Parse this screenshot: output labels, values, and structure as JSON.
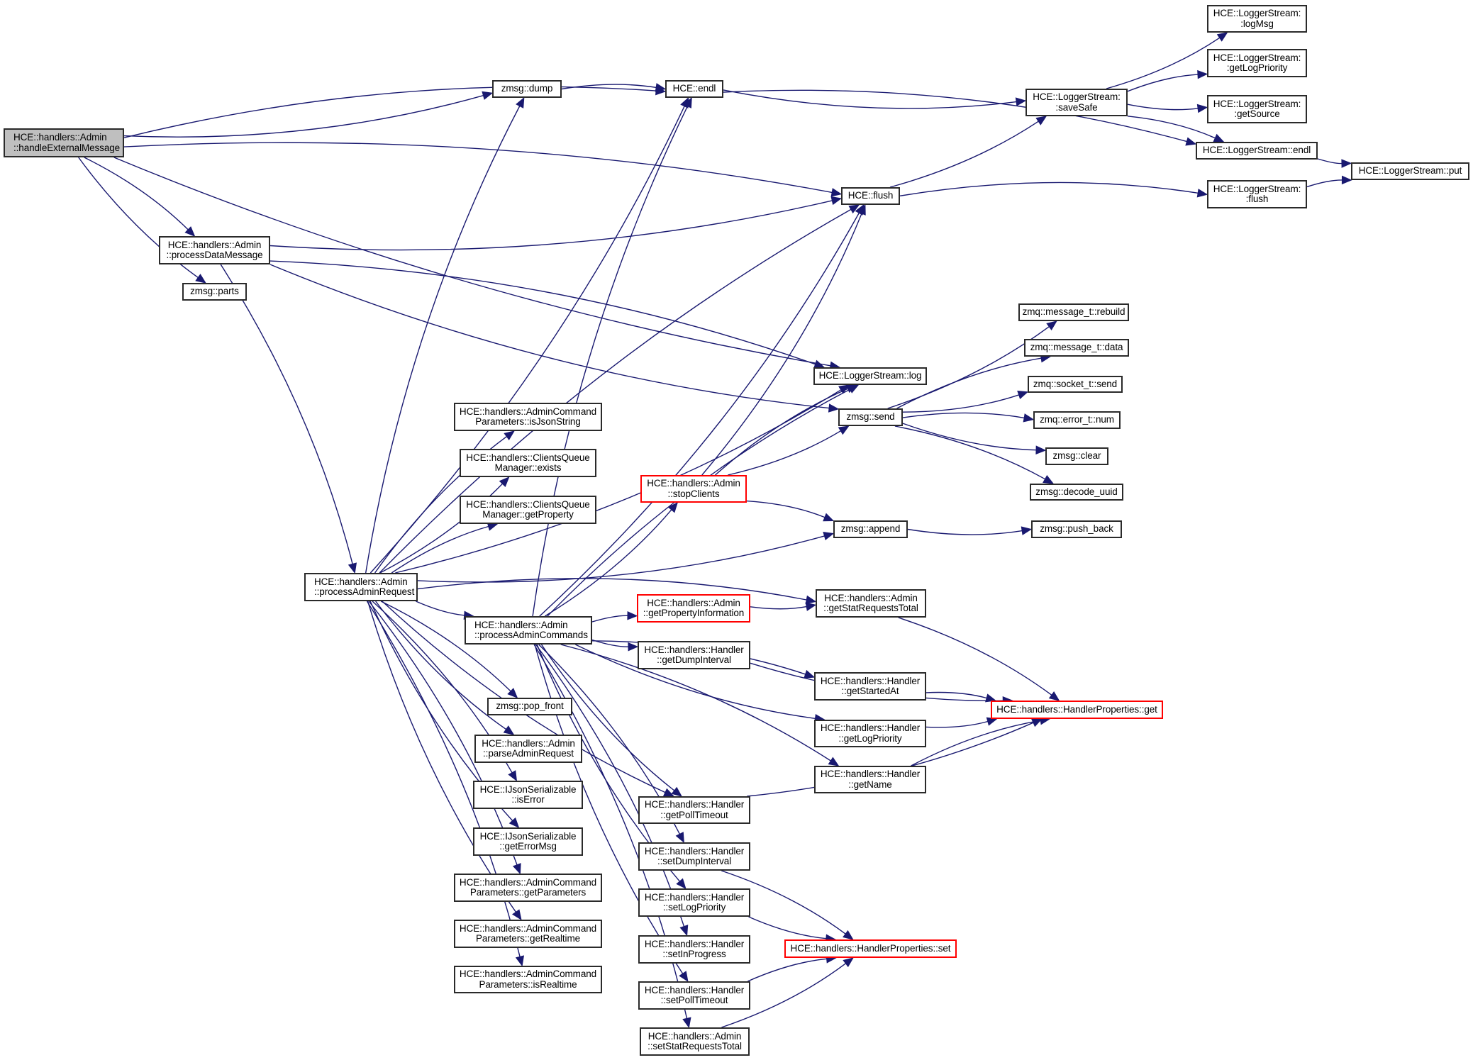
{
  "diagram": {
    "type": "call-graph",
    "edge_color": "#191970",
    "highlight_border_color": "#ff0000",
    "root_fill_color": "#bfbfbf",
    "nodes": [
      {
        "id": "handleExternalMessage",
        "lines": [
          "HCE::handlers::Admin",
          "::handleExternalMessage"
        ],
        "kind": "root"
      },
      {
        "id": "zmsgDump",
        "lines": [
          "zmsg::dump"
        ]
      },
      {
        "id": "hceEndl",
        "lines": [
          "HCE::endl"
        ]
      },
      {
        "id": "saveSafe",
        "lines": [
          "HCE::LoggerStream:",
          ":saveSafe"
        ]
      },
      {
        "id": "logMsg",
        "lines": [
          "HCE::LoggerStream:",
          ":logMsg"
        ]
      },
      {
        "id": "lsGetLogPriority",
        "lines": [
          "HCE::LoggerStream:",
          ":getLogPriority"
        ]
      },
      {
        "id": "getSource",
        "lines": [
          "HCE::LoggerStream:",
          ":getSource"
        ]
      },
      {
        "id": "lsEndl",
        "lines": [
          "HCE::LoggerStream::endl"
        ]
      },
      {
        "id": "lsPut",
        "lines": [
          "HCE::LoggerStream::put"
        ]
      },
      {
        "id": "lsFlush",
        "lines": [
          "HCE::LoggerStream:",
          ":flush"
        ]
      },
      {
        "id": "hceFlush",
        "lines": [
          "HCE::flush"
        ]
      },
      {
        "id": "processDataMessage",
        "lines": [
          "HCE::handlers::Admin",
          "::processDataMessage"
        ]
      },
      {
        "id": "zmsgParts",
        "lines": [
          "zmsg::parts"
        ]
      },
      {
        "id": "lsLog",
        "lines": [
          "HCE::LoggerStream::log"
        ]
      },
      {
        "id": "zmsgSend",
        "lines": [
          "zmsg::send"
        ]
      },
      {
        "id": "rebuild",
        "lines": [
          "zmq::message_t::rebuild"
        ]
      },
      {
        "id": "msgData",
        "lines": [
          "zmq::message_t::data"
        ]
      },
      {
        "id": "socketSend",
        "lines": [
          "zmq::socket_t::send"
        ]
      },
      {
        "id": "errorNum",
        "lines": [
          "zmq::error_t::num"
        ]
      },
      {
        "id": "zmsgClear",
        "lines": [
          "zmsg::clear"
        ]
      },
      {
        "id": "decodeUuid",
        "lines": [
          "zmsg::decode_uuid"
        ]
      },
      {
        "id": "isJsonString",
        "lines": [
          "HCE::handlers::AdminCommand",
          "Parameters::isJsonString"
        ]
      },
      {
        "id": "cqmExists",
        "lines": [
          "HCE::handlers::ClientsQueue",
          "Manager::exists"
        ]
      },
      {
        "id": "cqmGetProperty",
        "lines": [
          "HCE::handlers::ClientsQueue",
          "Manager::getProperty"
        ]
      },
      {
        "id": "stopClients",
        "lines": [
          "HCE::handlers::Admin",
          "::stopClients"
        ],
        "kind": "red"
      },
      {
        "id": "zmsgAppend",
        "lines": [
          "zmsg::append"
        ]
      },
      {
        "id": "pushBack",
        "lines": [
          "zmsg::push_back"
        ]
      },
      {
        "id": "processAdminRequest",
        "lines": [
          "HCE::handlers::Admin",
          "::processAdminRequest"
        ],
        "kind": "left"
      },
      {
        "id": "processAdminCommands",
        "lines": [
          "HCE::handlers::Admin",
          "::processAdminCommands"
        ],
        "kind": "left"
      },
      {
        "id": "getPropertyInformation",
        "lines": [
          "HCE::handlers::Admin",
          "::getPropertyInformation"
        ],
        "kind": "red"
      },
      {
        "id": "getStatRequestsTotal",
        "lines": [
          "HCE::handlers::Admin",
          "::getStatRequestsTotal"
        ]
      },
      {
        "id": "getDumpInterval",
        "lines": [
          "HCE::handlers::Handler",
          "::getDumpInterval"
        ]
      },
      {
        "id": "getStartedAt",
        "lines": [
          "HCE::handlers::Handler",
          "::getStartedAt"
        ]
      },
      {
        "id": "hpGet",
        "lines": [
          "HCE::handlers::HandlerProperties::get"
        ],
        "kind": "red"
      },
      {
        "id": "hGetLogPriority",
        "lines": [
          "HCE::handlers::Handler",
          "::getLogPriority"
        ]
      },
      {
        "id": "getName",
        "lines": [
          "HCE::handlers::Handler",
          "::getName"
        ]
      },
      {
        "id": "popFront",
        "lines": [
          "zmsg::pop_front"
        ]
      },
      {
        "id": "parseAdminRequest",
        "lines": [
          "HCE::handlers::Admin",
          "::parseAdminRequest"
        ]
      },
      {
        "id": "isError",
        "lines": [
          "HCE::IJsonSerializable",
          "::isError"
        ]
      },
      {
        "id": "getErrorMsg",
        "lines": [
          "HCE::IJsonSerializable",
          "::getErrorMsg"
        ]
      },
      {
        "id": "getParameters",
        "lines": [
          "HCE::handlers::AdminCommand",
          "Parameters::getParameters"
        ]
      },
      {
        "id": "getRealtime",
        "lines": [
          "HCE::handlers::AdminCommand",
          "Parameters::getRealtime"
        ]
      },
      {
        "id": "isRealtime",
        "lines": [
          "HCE::handlers::AdminCommand",
          "Parameters::isRealtime"
        ]
      },
      {
        "id": "getPollTimeout",
        "lines": [
          "HCE::handlers::Handler",
          "::getPollTimeout"
        ]
      },
      {
        "id": "setDumpInterval",
        "lines": [
          "HCE::handlers::Handler",
          "::setDumpInterval"
        ]
      },
      {
        "id": "setLogPriority",
        "lines": [
          "HCE::handlers::Handler",
          "::setLogPriority"
        ]
      },
      {
        "id": "setInProgress",
        "lines": [
          "HCE::handlers::Handler",
          "::setInProgress"
        ]
      },
      {
        "id": "setPollTimeout",
        "lines": [
          "HCE::handlers::Handler",
          "::setPollTimeout"
        ]
      },
      {
        "id": "setStatRequestsTotal",
        "lines": [
          "HCE::handlers::Admin",
          "::setStatRequestsTotal"
        ]
      },
      {
        "id": "hpSet",
        "lines": [
          "HCE::handlers::HandlerProperties::set"
        ],
        "kind": "red"
      }
    ],
    "edges": [
      [
        "handleExternalMessage",
        "hceEndl"
      ],
      [
        "handleExternalMessage",
        "zmsgDump"
      ],
      [
        "handleExternalMessage",
        "hceFlush"
      ],
      [
        "handleExternalMessage",
        "lsLog"
      ],
      [
        "handleExternalMessage",
        "processDataMessage"
      ],
      [
        "handleExternalMessage",
        "zmsgParts"
      ],
      [
        "zmsgDump",
        "hceEndl"
      ],
      [
        "hceEndl",
        "saveSafe"
      ],
      [
        "hceEndl",
        "lsEndl"
      ],
      [
        "saveSafe",
        "logMsg"
      ],
      [
        "saveSafe",
        "lsGetLogPriority"
      ],
      [
        "saveSafe",
        "getSource"
      ],
      [
        "saveSafe",
        "lsEndl"
      ],
      [
        "lsEndl",
        "lsPut"
      ],
      [
        "lsFlush",
        "lsPut"
      ],
      [
        "hceFlush",
        "saveSafe"
      ],
      [
        "hceFlush",
        "lsFlush"
      ],
      [
        "processDataMessage",
        "hceFlush"
      ],
      [
        "processDataMessage",
        "lsLog"
      ],
      [
        "processDataMessage",
        "zmsgSend"
      ],
      [
        "processDataMessage",
        "processAdminRequest"
      ],
      [
        "zmsgSend",
        "rebuild"
      ],
      [
        "zmsgSend",
        "msgData"
      ],
      [
        "zmsgSend",
        "socketSend"
      ],
      [
        "zmsgSend",
        "errorNum"
      ],
      [
        "zmsgSend",
        "zmsgClear"
      ],
      [
        "zmsgSend",
        "decodeUuid"
      ],
      [
        "stopClients",
        "hceFlush"
      ],
      [
        "stopClients",
        "lsLog"
      ],
      [
        "stopClients",
        "zmsgSend"
      ],
      [
        "stopClients",
        "zmsgAppend"
      ],
      [
        "zmsgAppend",
        "pushBack"
      ],
      [
        "processAdminRequest",
        "zmsgDump"
      ],
      [
        "processAdminRequest",
        "hceEndl"
      ],
      [
        "processAdminRequest",
        "hceFlush"
      ],
      [
        "processAdminRequest",
        "lsLog"
      ],
      [
        "processAdminRequest",
        "isJsonString"
      ],
      [
        "processAdminRequest",
        "cqmExists"
      ],
      [
        "processAdminRequest",
        "cqmGetProperty"
      ],
      [
        "processAdminRequest",
        "zmsgAppend"
      ],
      [
        "processAdminRequest",
        "getStatRequestsTotal"
      ],
      [
        "processAdminRequest",
        "processAdminCommands"
      ],
      [
        "processAdminRequest",
        "popFront"
      ],
      [
        "processAdminRequest",
        "parseAdminRequest"
      ],
      [
        "processAdminRequest",
        "isError"
      ],
      [
        "processAdminRequest",
        "getErrorMsg"
      ],
      [
        "processAdminRequest",
        "getParameters"
      ],
      [
        "processAdminRequest",
        "getRealtime"
      ],
      [
        "processAdminRequest",
        "isRealtime"
      ],
      [
        "processAdminRequest",
        "getPollTimeout"
      ],
      [
        "processAdminCommands",
        "hceEndl"
      ],
      [
        "processAdminCommands",
        "hceFlush"
      ],
      [
        "processAdminCommands",
        "lsLog"
      ],
      [
        "processAdminCommands",
        "stopClients"
      ],
      [
        "processAdminCommands",
        "getPropertyInformation"
      ],
      [
        "processAdminCommands",
        "getDumpInterval"
      ],
      [
        "processAdminCommands",
        "getStartedAt"
      ],
      [
        "processAdminCommands",
        "hGetLogPriority"
      ],
      [
        "processAdminCommands",
        "getName"
      ],
      [
        "processAdminCommands",
        "getPollTimeout"
      ],
      [
        "processAdminCommands",
        "setDumpInterval"
      ],
      [
        "processAdminCommands",
        "setLogPriority"
      ],
      [
        "processAdminCommands",
        "setInProgress"
      ],
      [
        "processAdminCommands",
        "setPollTimeout"
      ],
      [
        "processAdminCommands",
        "setStatRequestsTotal"
      ],
      [
        "getPropertyInformation",
        "getStatRequestsTotal"
      ],
      [
        "getStatRequestsTotal",
        "hpGet"
      ],
      [
        "getDumpInterval",
        "hpGet"
      ],
      [
        "getStartedAt",
        "hpGet"
      ],
      [
        "hGetLogPriority",
        "hpGet"
      ],
      [
        "getName",
        "hpGet"
      ],
      [
        "getPollTimeout",
        "hpGet"
      ],
      [
        "setDumpInterval",
        "hpSet"
      ],
      [
        "setLogPriority",
        "hpSet"
      ],
      [
        "setPollTimeout",
        "hpSet"
      ],
      [
        "setStatRequestsTotal",
        "hpSet"
      ]
    ]
  }
}
